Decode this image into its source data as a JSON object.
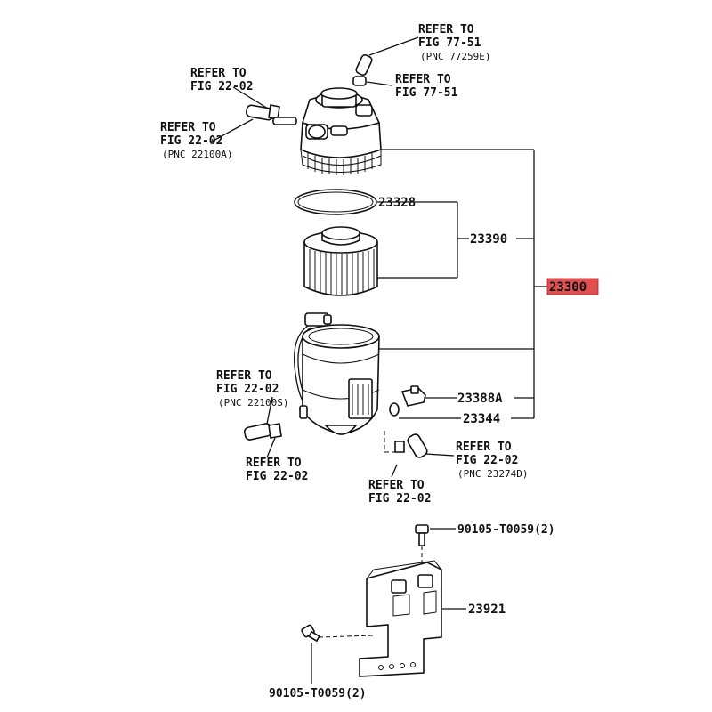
{
  "refs": {
    "top_right": {
      "l1": "REFER TO",
      "l2": "FIG 77-51",
      "pnc": "(PNC 77259E)"
    },
    "top_right2": {
      "l1": "REFER TO",
      "l2": "FIG 77-51"
    },
    "top_left": {
      "l1": "REFER TO",
      "l2": "FIG 22-02"
    },
    "top_left2": {
      "l1": "REFER TO",
      "l2": "FIG 22-02",
      "pnc": "(PNC 22100A)"
    },
    "mid_left": {
      "l1": "REFER TO",
      "l2": "FIG 22-02",
      "pnc": "(PNC 22100S)"
    },
    "low_left": {
      "l1": "REFER TO",
      "l2": "FIG 22-02"
    },
    "low_mid": {
      "l1": "REFER TO",
      "l2": "FIG 22-02"
    },
    "low_right": {
      "l1": "REFER TO",
      "l2": "FIG 22-02",
      "pnc": "(PNC 23274D)"
    }
  },
  "parts": {
    "p23328": "23328",
    "p23390": "23390",
    "p23300": "23300",
    "p23388A": "23388A",
    "p23344": "23344",
    "bolt_top": "90105-T0059(2)",
    "p23921": "23921",
    "bolt_bottom": "90105-T0059(2)"
  },
  "colors": {
    "highlight": "#e05050",
    "line": "#111111"
  }
}
